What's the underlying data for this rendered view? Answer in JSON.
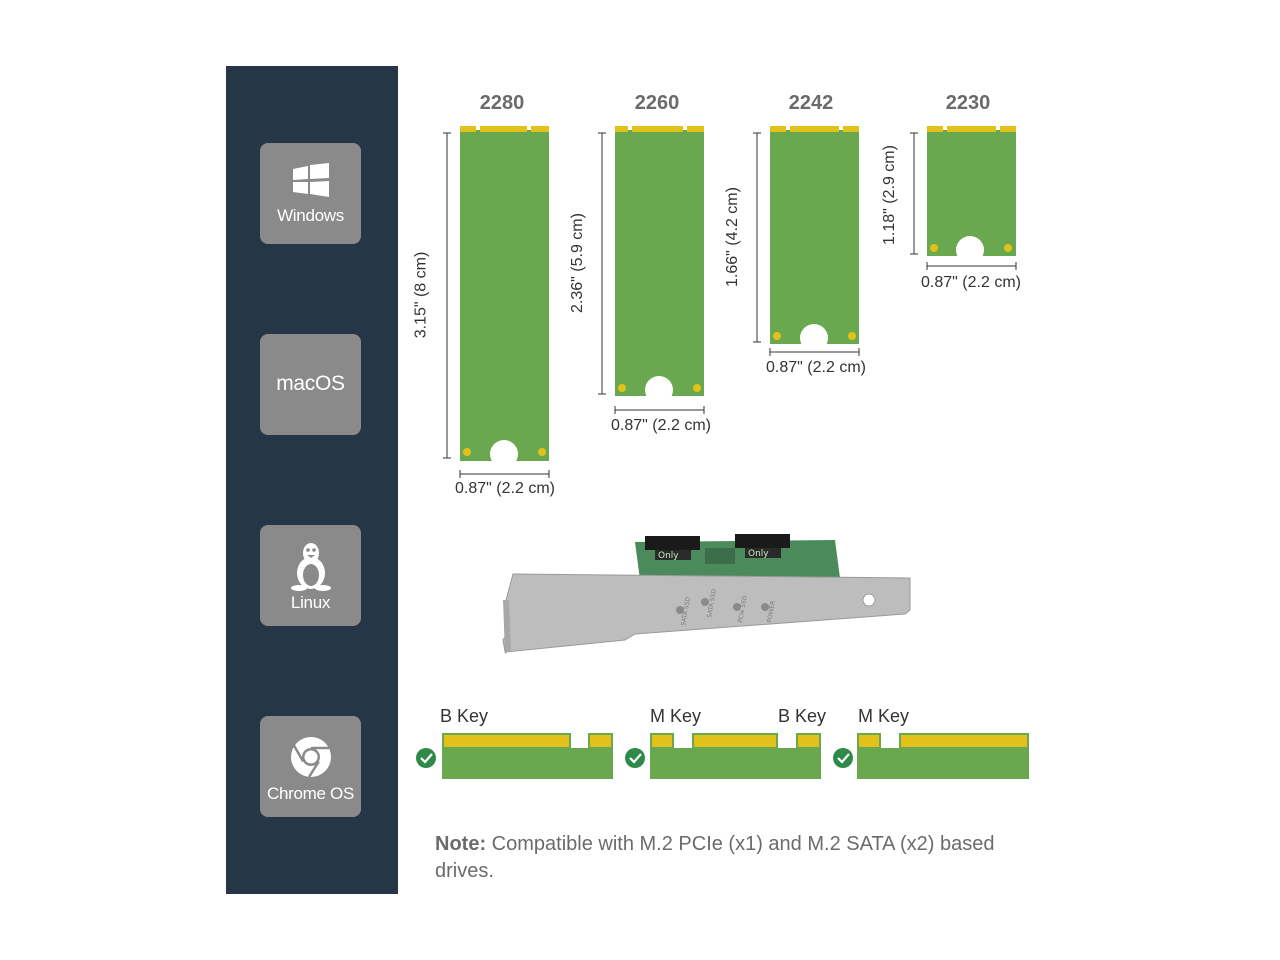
{
  "os_support": [
    {
      "name": "Windows",
      "icon": "windows-logo-icon"
    },
    {
      "name": "macOS",
      "icon": ""
    },
    {
      "name": "Linux",
      "icon": "tux-penguin-icon"
    },
    {
      "name": "Chrome OS",
      "icon": "chrome-logo-icon"
    }
  ],
  "drive_sizes": [
    {
      "size": "2280",
      "length": "3.15\" (8 cm)",
      "width": "0.87\" (2.2 cm)"
    },
    {
      "size": "2260",
      "length": "2.36\" (5.9 cm)",
      "width": "0.87\" (2.2 cm)"
    },
    {
      "size": "2242",
      "length": "1.66\" (4.2 cm)",
      "width": "0.87\" (2.2 cm)"
    },
    {
      "size": "2230",
      "length": "1.18\" (2.9 cm)",
      "width": "0.87\" (2.2 cm)"
    }
  ],
  "card_labels": {
    "slot_text": "Only",
    "bracket_labels": [
      "SATA SSD",
      "SATA SSD",
      "PCIe SSD",
      "POWER"
    ]
  },
  "keys": [
    {
      "labels": [
        "B Key"
      ],
      "check_icon": "check-circle-icon"
    },
    {
      "labels": [
        "M Key",
        "B Key"
      ],
      "check_icon": "check-circle-icon"
    },
    {
      "labels": [
        "M Key"
      ],
      "check_icon": "check-circle-icon"
    }
  ],
  "note": {
    "prefix": "Note:",
    "text": " Compatible with M.2 PCIe (x1) and M.2 SATA (x2) based drives."
  },
  "colors": {
    "sidebar": "#253646",
    "tile": "#8a8a8a",
    "board_green": "#6aa84f",
    "gold": "#e2c21a",
    "check_green": "#2f8a4a"
  }
}
